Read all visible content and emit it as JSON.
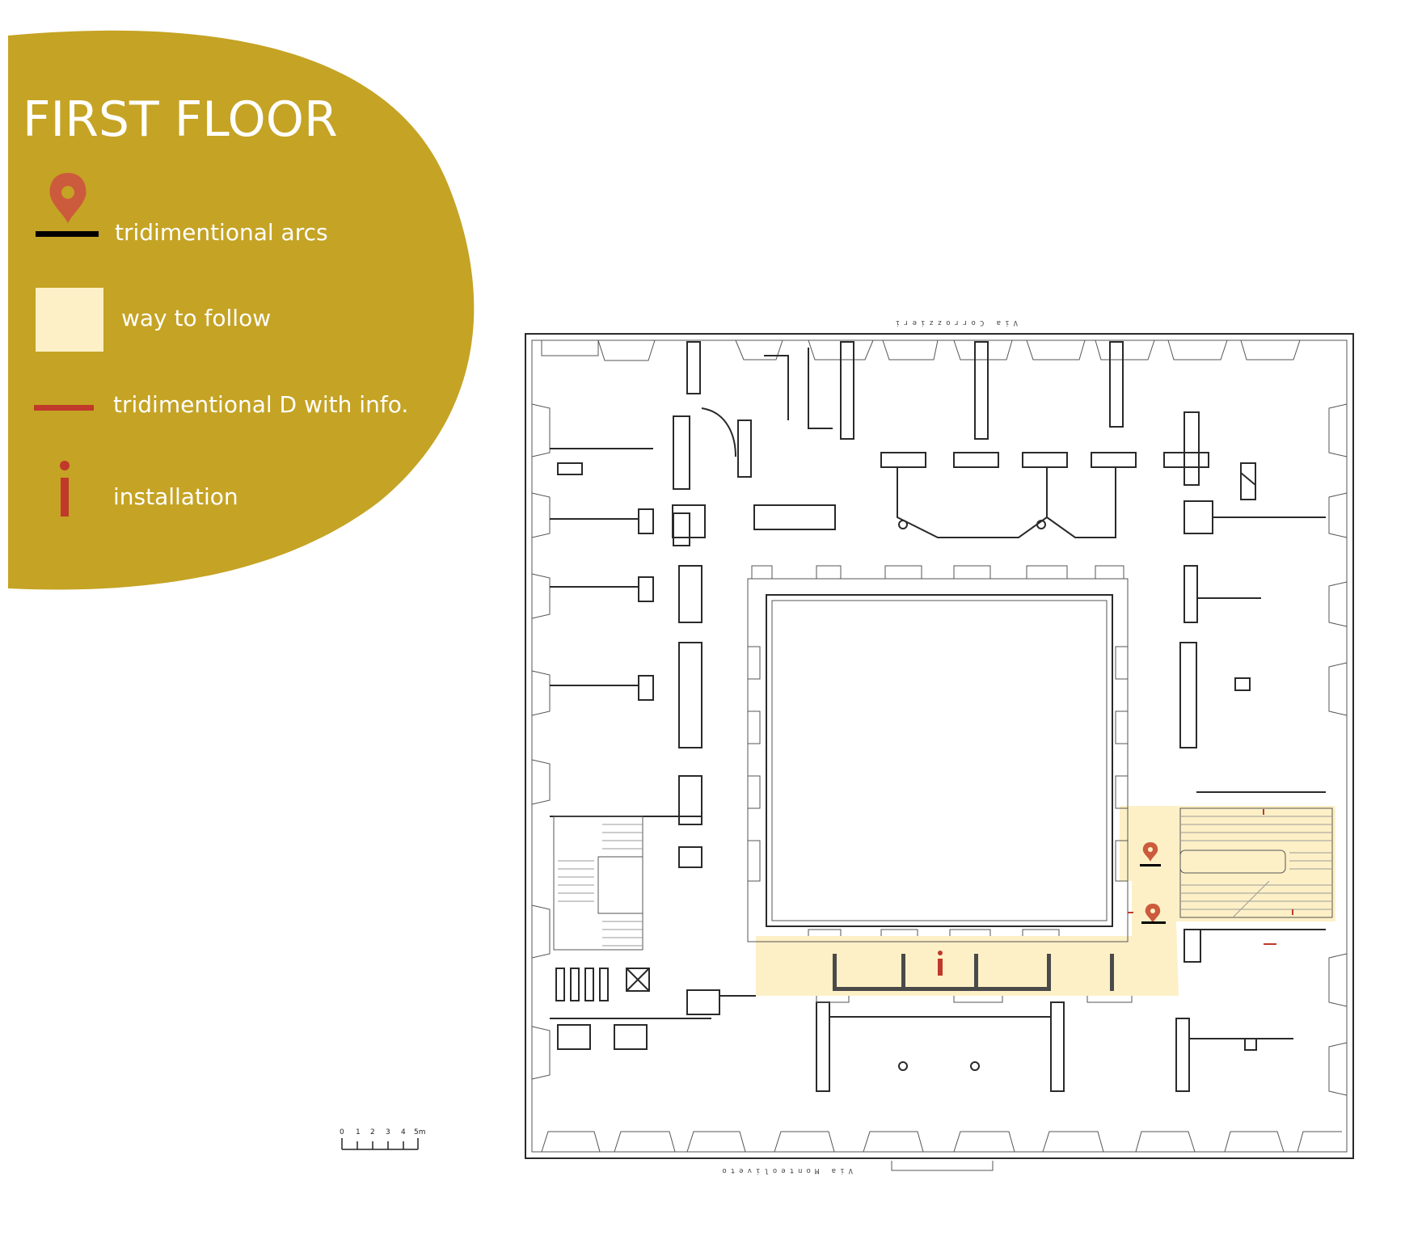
{
  "title": "FIRST FLOOR",
  "legend": [
    {
      "label": "tridimentional arcs",
      "icon": "map-pin-with-line-icon"
    },
    {
      "label": "way to follow",
      "icon": "path-swatch-icon"
    },
    {
      "label": "tridimentional D with info.",
      "icon": "red-line-icon"
    },
    {
      "label": "installation",
      "icon": "info-i-icon"
    }
  ],
  "streets": {
    "north": "Via   Corrozzieri",
    "south": "Via   Monteoliveto"
  },
  "scale": {
    "ticks": [
      "0",
      "1",
      "2",
      "3",
      "4",
      "5m"
    ]
  },
  "colors": {
    "legend_panel": "#c5a324",
    "path_fill": "#fdf0c6",
    "marker_red": "#c0392b",
    "wall": "#2a2a2a"
  }
}
